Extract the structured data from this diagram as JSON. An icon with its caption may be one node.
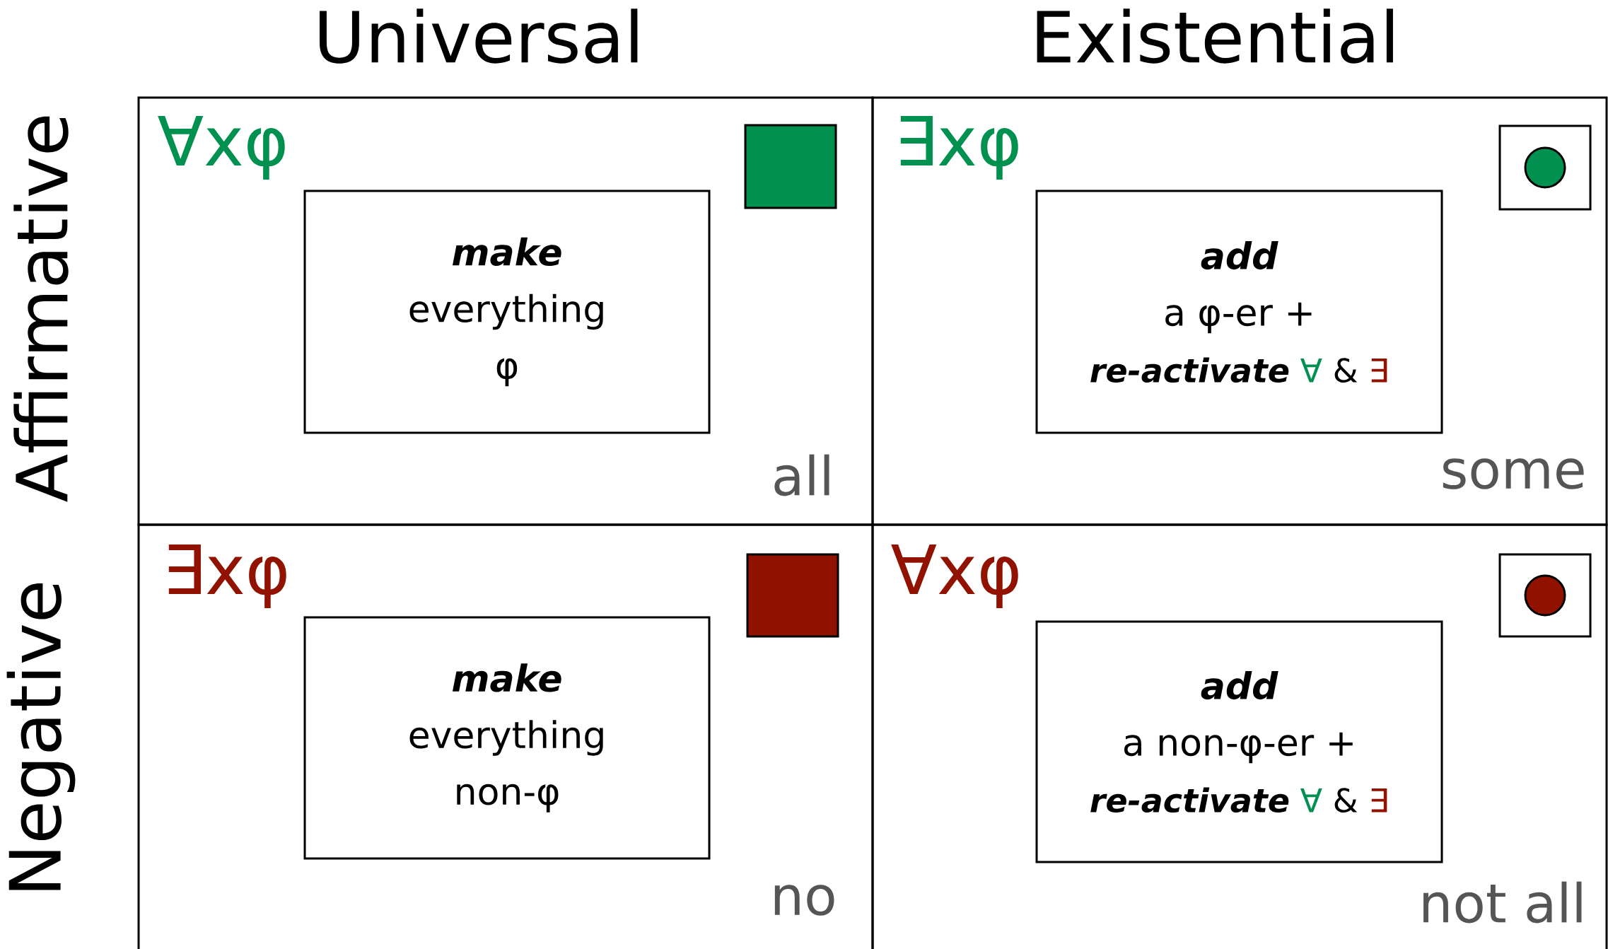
{
  "diagram": {
    "nodes": [
      {
        "text": [
          "∀xφ",
          "all"
        ]
      },
      {
        "text": [
          "make",
          "everything φ"
        ],
        "in": 0
      },
      {
        "text": [],
        "shape": "box",
        "in": 0
      },
      {
        "text": [
          "∃xφ",
          "some"
        ]
      },
      {
        "text": [
          "add",
          "a φ-er +",
          "re-activate",
          "∀",
          "&",
          "∃"
        ],
        "in": 3
      },
      {
        "text": [],
        "shape": "box",
        "in": 3
      },
      {
        "text": [],
        "shape": "circle",
        "in": 5
      },
      {
        "text": [
          "∃xφ",
          "no"
        ]
      },
      {
        "text": [
          "make",
          "everything non-φ"
        ],
        "in": 7
      },
      {
        "text": [],
        "shape": "box",
        "in": 7
      },
      {
        "text": [
          "∀xφ",
          "not all"
        ]
      },
      {
        "text": [
          "add",
          "a non-φ-er +",
          "re-activate",
          "∀",
          "&",
          "∃"
        ],
        "in": 10
      },
      {
        "text": [],
        "shape": "box",
        "in": 10
      },
      {
        "text": [],
        "shape": "circle",
        "in": 12
      }
    ],
    "labels": [
      "Universal",
      "Existential",
      "Affirmative",
      "Negative"
    ]
  }
}
